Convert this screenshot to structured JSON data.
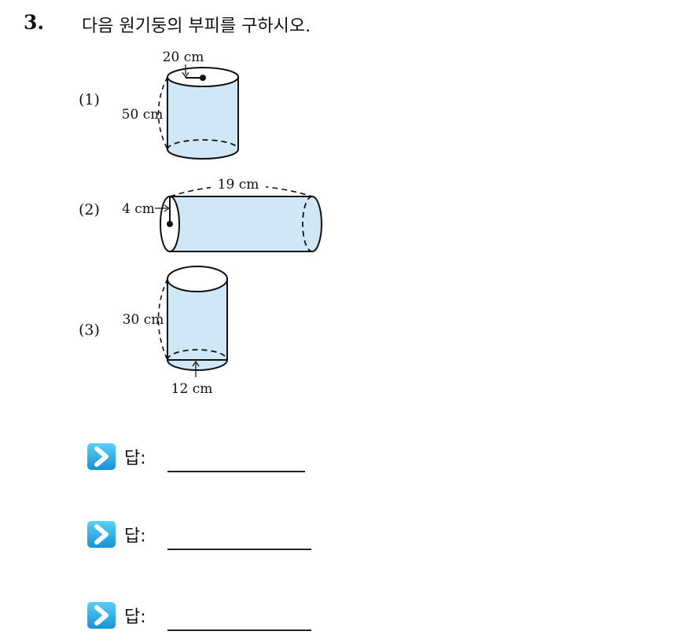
{
  "question": {
    "number": "3.",
    "text": "다음 원기둥의 부피를 구하시오."
  },
  "subquestions": [
    {
      "label": "(1)",
      "radius_label": "20 cm",
      "height_label": "50 cm"
    },
    {
      "label": "(2)",
      "radius_label": "4 cm",
      "height_label": "19 cm"
    },
    {
      "label": "(3)",
      "height_label": "30 cm",
      "diameter_label": "12 cm"
    }
  ],
  "answers": [
    {
      "label": "답:"
    },
    {
      "label": "답:"
    },
    {
      "label": "답:"
    }
  ],
  "colors": {
    "cylinder_fill": "#cfe7f7",
    "icon_gradient_top": "#5ad0f5",
    "icon_gradient_bottom": "#1592d8"
  },
  "icons": {
    "answer_marker": "chevron-right-icon"
  }
}
